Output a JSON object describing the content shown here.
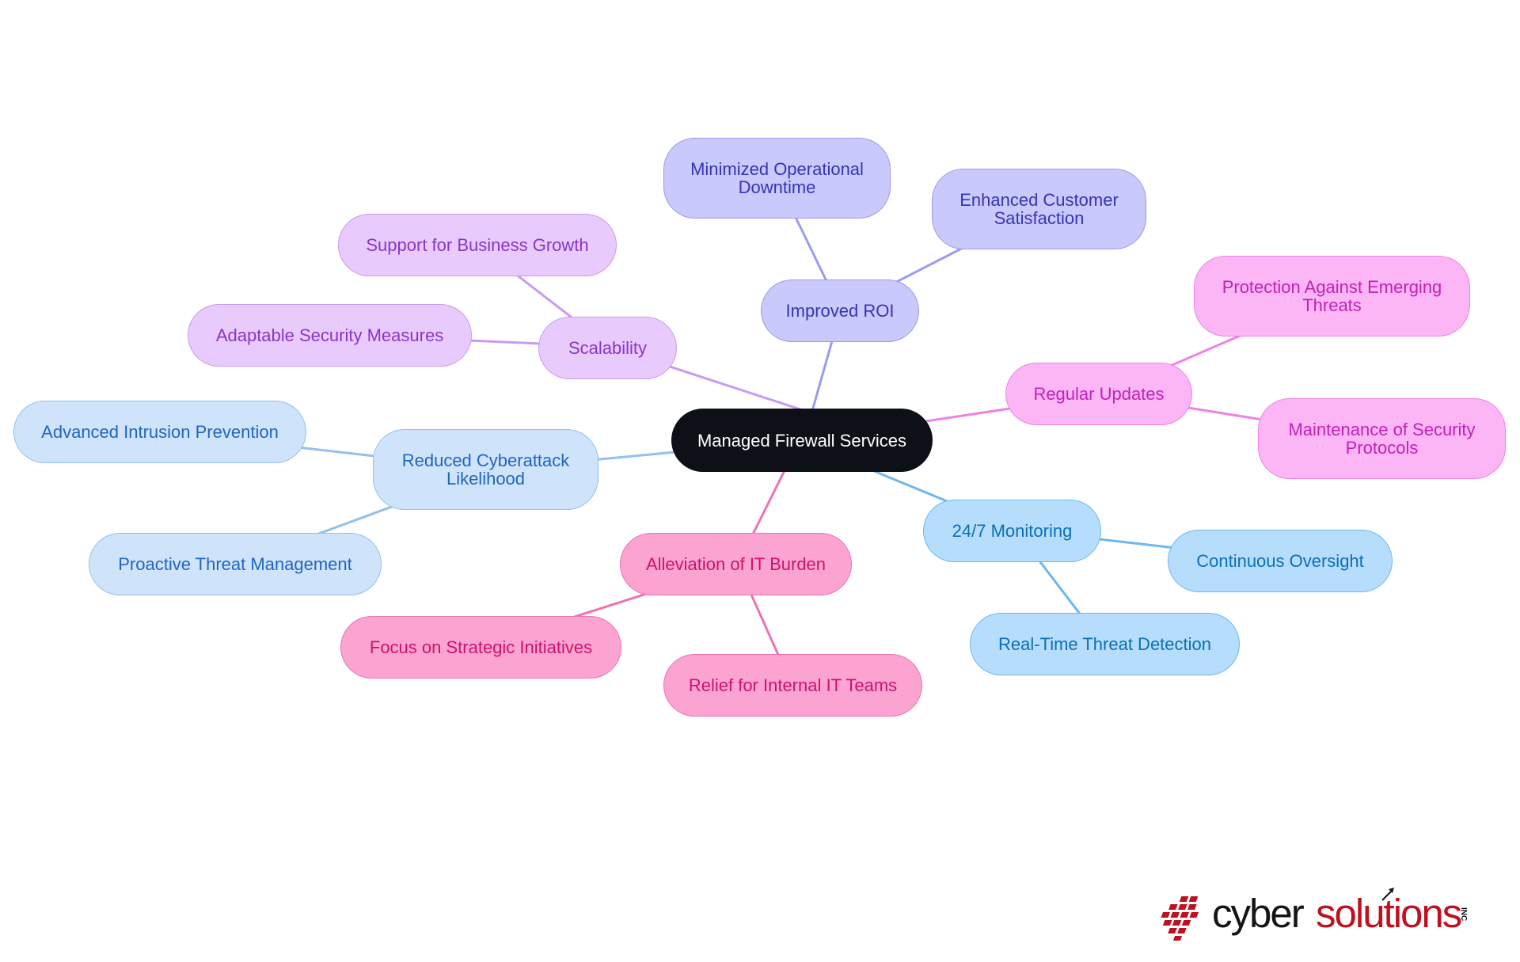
{
  "mindmap": {
    "root": {
      "label": "Managed Firewall Services"
    },
    "branches": [
      {
        "id": "scalability",
        "label": "Scalability",
        "color": "#c89bf0",
        "children": [
          {
            "label": "Support for Business Growth"
          },
          {
            "label": "Adaptable Security Measures"
          }
        ]
      },
      {
        "id": "roi",
        "label": "Improved ROI",
        "color": "#9b9bef",
        "children": [
          {
            "label": "Minimized Operational Downtime"
          },
          {
            "label": "Enhanced Customer Satisfaction"
          }
        ]
      },
      {
        "id": "updates",
        "label": "Regular Updates",
        "color": "#ee82e6",
        "children": [
          {
            "label": "Protection Against Emerging Threats"
          },
          {
            "label": "Maintenance of Security Protocols"
          }
        ]
      },
      {
        "id": "cyberattack",
        "label": "Reduced Cyberattack Likelihood",
        "color": "#93c0ee",
        "children": [
          {
            "label": "Advanced Intrusion Prevention"
          },
          {
            "label": "Proactive Threat Management"
          }
        ]
      },
      {
        "id": "monitoring",
        "label": "24/7 Monitoring",
        "color": "#6db8ee",
        "children": [
          {
            "label": "Continuous Oversight"
          },
          {
            "label": "Real-Time Threat Detection"
          }
        ]
      },
      {
        "id": "it-burden",
        "label": "Alleviation of IT Burden",
        "color": "#ee72b3",
        "children": [
          {
            "label": "Focus on Strategic Initiatives"
          },
          {
            "label": "Relief for Internal IT Teams"
          }
        ]
      }
    ]
  },
  "logo": {
    "text_primary": "cyber",
    "text_secondary": "solutions",
    "suffix": "INC",
    "colors": {
      "primary": "#151515",
      "accent": "#c0101f"
    }
  }
}
